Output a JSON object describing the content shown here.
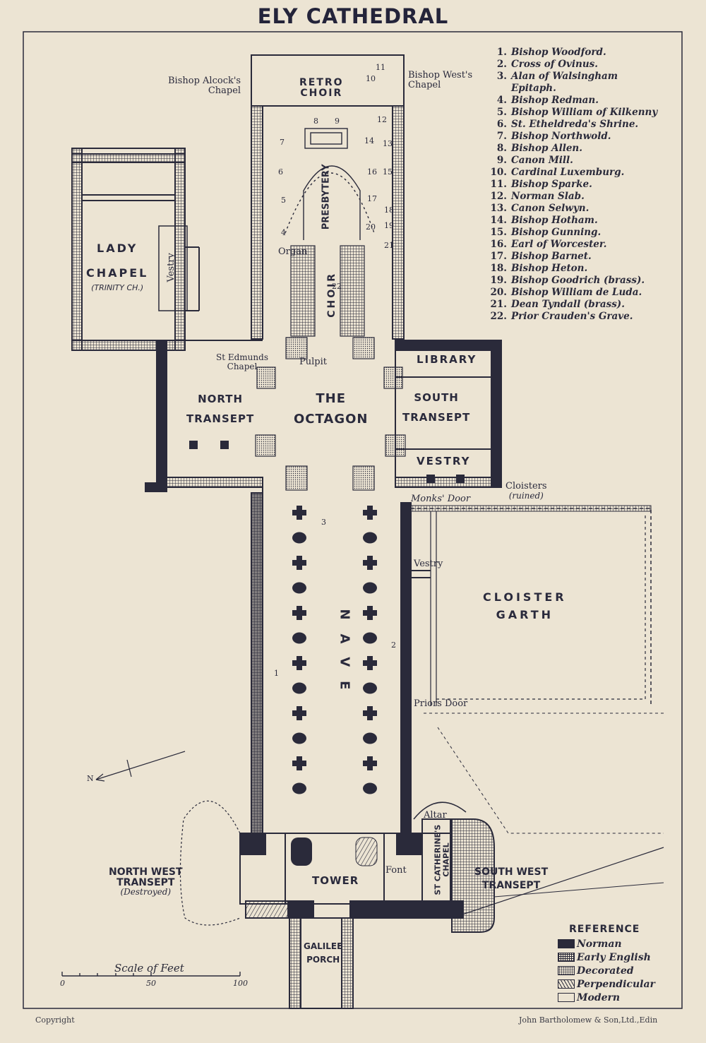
{
  "title": "ELY CATHEDRAL",
  "rooms": {
    "retro_choir": [
      "RETRO",
      "CHOIR"
    ],
    "lady_chapel": [
      "LADY",
      "CHAPEL",
      "(TRINITY CH.)"
    ],
    "vestry_lady": "Vestry",
    "presbytery": "PRESBYTERY",
    "choir": "CHOIR",
    "organ": "Organ",
    "pulpit": "Pulpit",
    "st_edmunds": [
      "St Edmunds",
      "Chapel"
    ],
    "octagon": [
      "THE",
      "OCTAGON"
    ],
    "north_transept": [
      "NORTH",
      "TRANSEPT"
    ],
    "south_transept": [
      "SOUTH",
      "TRANSEPT"
    ],
    "library": "LIBRARY",
    "vestry": "VESTRY",
    "cloisters": [
      "Cloisters",
      "(ruined)"
    ],
    "monks_door": "Monks' Door",
    "vestry_nave": "Vestry",
    "cloister_garth": [
      "CLOISTER",
      "GARTH"
    ],
    "nave": "NAVE",
    "priors_door": "Priors Door",
    "north_west_transept": [
      "NORTH WEST",
      "TRANSEPT",
      "(Destroyed)"
    ],
    "south_west_transept": [
      "SOUTH WEST",
      "TRANSEPT"
    ],
    "tower": "TOWER",
    "font": "Font",
    "altar": "Altar",
    "st_catherines": [
      "ST CATHERINE'S",
      "CHAPEL"
    ],
    "galilee_porch": [
      "GALILEE",
      "PORCH"
    ],
    "bishop_alcocks": [
      "Bishop Alcock's",
      "Chapel"
    ],
    "bishop_wests": [
      "Bishop West's",
      "Chapel"
    ],
    "north_arrow": "N"
  },
  "markers": [
    "1",
    "2",
    "3",
    "4",
    "5",
    "6",
    "7",
    "8",
    "9",
    "10",
    "11",
    "12",
    "13",
    "14",
    "15",
    "16",
    "17",
    "18",
    "19",
    "20",
    "21",
    "22"
  ],
  "key": [
    {
      "num": "1.",
      "name": "Bishop Woodford."
    },
    {
      "num": "2.",
      "name": "Cross of Ovinus."
    },
    {
      "num": "3.",
      "name": "Alan of Walsingham Epitaph."
    },
    {
      "num": "4.",
      "name": "Bishop Redman."
    },
    {
      "num": "5.",
      "name": "Bishop William of Kilkenny"
    },
    {
      "num": "6.",
      "name": "St. Etheldreda's Shrine."
    },
    {
      "num": "7.",
      "name": "Bishop Northwold."
    },
    {
      "num": "8.",
      "name": "Bishop Allen."
    },
    {
      "num": "9.",
      "name": "Canon Mill."
    },
    {
      "num": "10.",
      "name": "Cardinal Luxemburg."
    },
    {
      "num": "11.",
      "name": "Bishop Sparke."
    },
    {
      "num": "12.",
      "name": "Norman Slab."
    },
    {
      "num": "13.",
      "name": "Canon Selwyn."
    },
    {
      "num": "14.",
      "name": "Bishop Hotham."
    },
    {
      "num": "15.",
      "name": "Bishop Gunning."
    },
    {
      "num": "16.",
      "name": "Earl of Worcester."
    },
    {
      "num": "17.",
      "name": "Bishop Barnet."
    },
    {
      "num": "18.",
      "name": "Bishop Heton."
    },
    {
      "num": "19.",
      "name": "Bishop Goodrich (brass)."
    },
    {
      "num": "20.",
      "name": "Bishop William de Luda."
    },
    {
      "num": "21.",
      "name": "Dean Tyndall (brass)."
    },
    {
      "num": "22.",
      "name": "Prior Crauden's Grave."
    }
  ],
  "reference": {
    "title": "REFERENCE",
    "items": [
      {
        "label": "Norman",
        "pattern": "norman"
      },
      {
        "label": "Early English",
        "pattern": "early"
      },
      {
        "label": "Decorated",
        "pattern": "deco"
      },
      {
        "label": "Perpendicular",
        "pattern": "perp"
      },
      {
        "label": "Modern",
        "pattern": "modern"
      }
    ]
  },
  "scale": {
    "title": "Scale of Feet",
    "ticks": [
      "0",
      "50",
      "100"
    ]
  },
  "footer": {
    "left": "Copyright",
    "right": "John Bartholomew & Son,Ltd.,Edin"
  },
  "colors": {
    "paper": "#ece4d3",
    "ink": "#2a2a3a"
  }
}
